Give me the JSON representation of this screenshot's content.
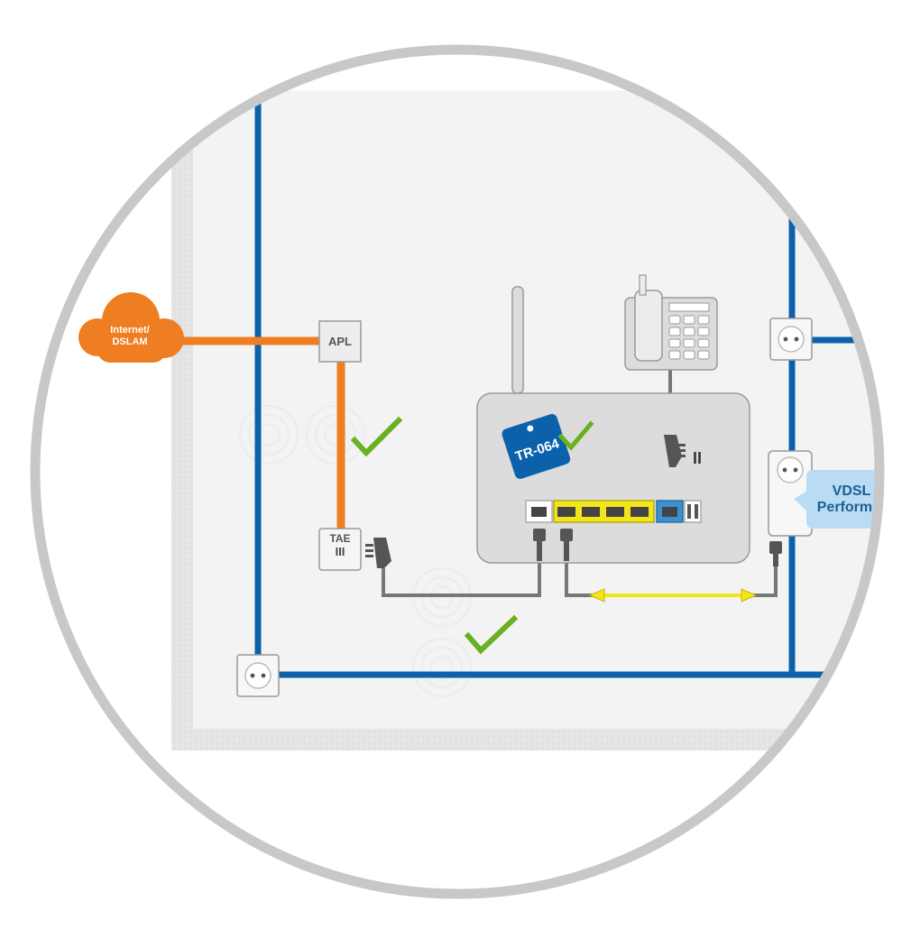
{
  "cloud": {
    "line1": "Internet/",
    "line2": "DSLAM"
  },
  "apl": {
    "label": "APL"
  },
  "tae": {
    "label": "TAE",
    "marks": "III"
  },
  "router": {
    "tag": "TR-064"
  },
  "phone_plug_marks": "II",
  "vdsl_bubble": {
    "line1": "VDSL",
    "line2": "Performer"
  },
  "colors": {
    "wall_wire": "#0b62aa",
    "dsl_line": "#ef7d22",
    "ethernet_link": "#f2e51b",
    "check": "#6ab023",
    "ring": "#c8c8c8",
    "tag": "#0b62aa",
    "bubble": "#b9dcf4"
  },
  "icons": {
    "check": "check-icon",
    "socket": "power-socket-icon",
    "plug": "rj45-plug-icon",
    "tae_plug": "tae-plug-icon",
    "phone": "desk-phone-icon",
    "cloud": "cloud-icon"
  }
}
